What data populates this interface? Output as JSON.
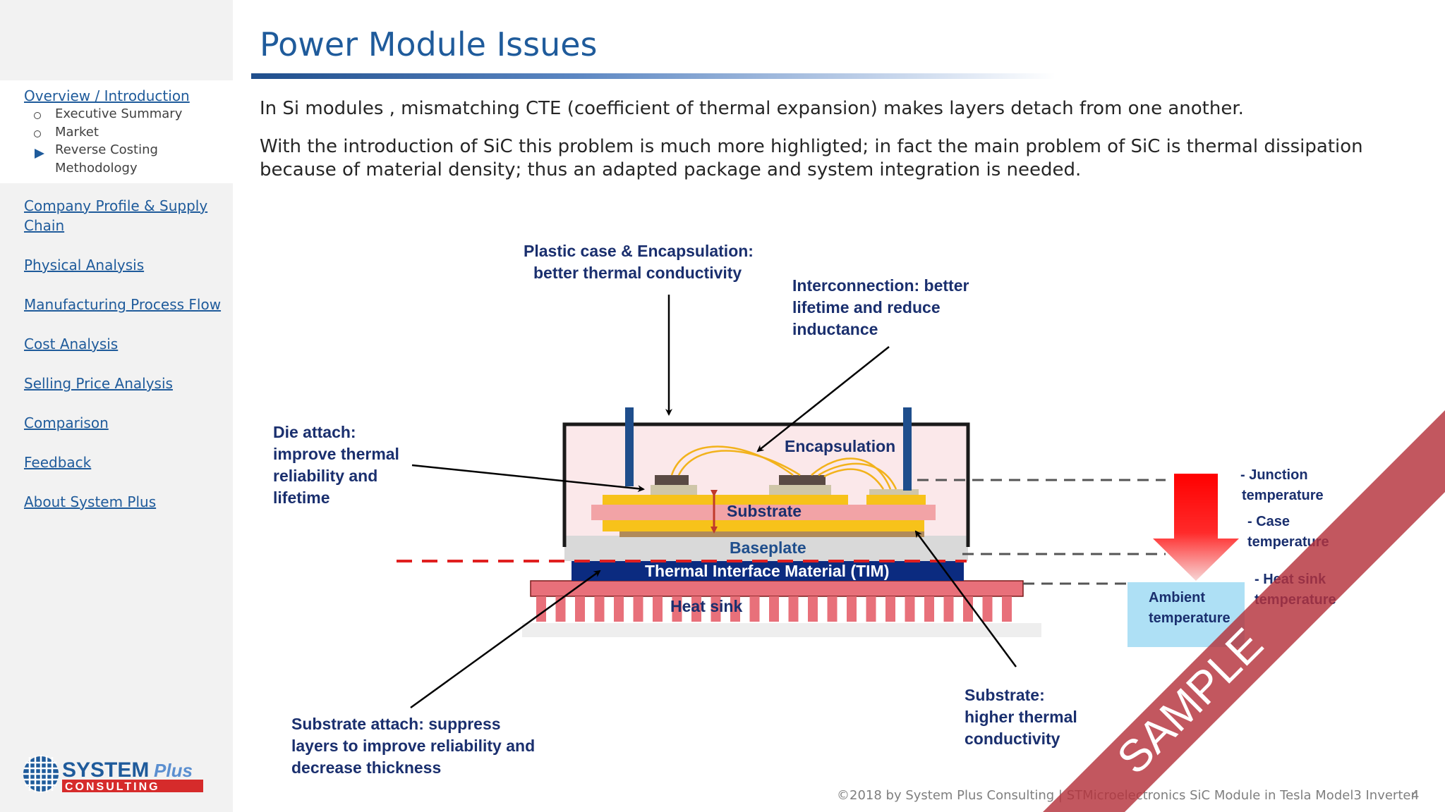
{
  "title": "Power Module Issues",
  "sidebar": {
    "section1": "Overview / Introduction",
    "sub_items": [
      "Executive Summary",
      "Market",
      "Reverse Costing",
      "Methodology"
    ],
    "links": [
      "Company Profile & Supply",
      "Chain",
      "Physical Analysis",
      "Manufacturing Process Flow",
      "Cost Analysis",
      "Selling Price Analysis",
      "Comparison",
      "Feedback",
      "About System Plus"
    ]
  },
  "paragraphs": [
    "In Si modules , mismatching CTE (coefficient of thermal expansion) makes layers detach from one another.",
    "With the introduction of SiC this problem is much more highligted; in fact the main problem of SiC is thermal dissipation",
    "because of material density; thus an adapted package and system integration is needed."
  ],
  "diagram": {
    "plastic_case": [
      "Plastic case & Encapsulation:",
      "better thermal conductivity"
    ],
    "interconnection": [
      "Interconnection: better",
      "lifetime and reduce",
      "inductance"
    ],
    "die_attach": [
      "Die attach:",
      "improve thermal",
      "reliability and",
      "lifetime"
    ],
    "substrate_attach": [
      "Substrate attach: suppress",
      "layers to improve reliability and",
      "decrease thickness"
    ],
    "substrate_note": [
      "Substrate:",
      "higher thermal",
      "conductivity"
    ],
    "layers": {
      "encapsulation": "Encapsulation",
      "substrate": "Substrate",
      "baseplate": "Baseplate",
      "tim": "Thermal Interface Material (TIM)",
      "heat_sink": "Heat sink"
    },
    "temps": {
      "junction": [
        "- Junction",
        "temperature"
      ],
      "case": [
        "- Case",
        "temperature"
      ],
      "heatsink": [
        "- Heat sink",
        "temperature"
      ],
      "ambient": [
        "Ambient",
        "temperature"
      ]
    }
  },
  "watermark": "SAMPLE",
  "footer": {
    "copyright": "©2018 by System Plus Consulting | STMicroelectronics SiC Module in Tesla Model3 Inverter",
    "page": "4"
  },
  "logo": {
    "line1": "SYSTEM",
    "line1b": "Plus",
    "line2": "CONSULTING"
  },
  "colors": {
    "accent": "#1f5b9b",
    "label": "#1a2f6e",
    "watermark": "#b5323c"
  }
}
